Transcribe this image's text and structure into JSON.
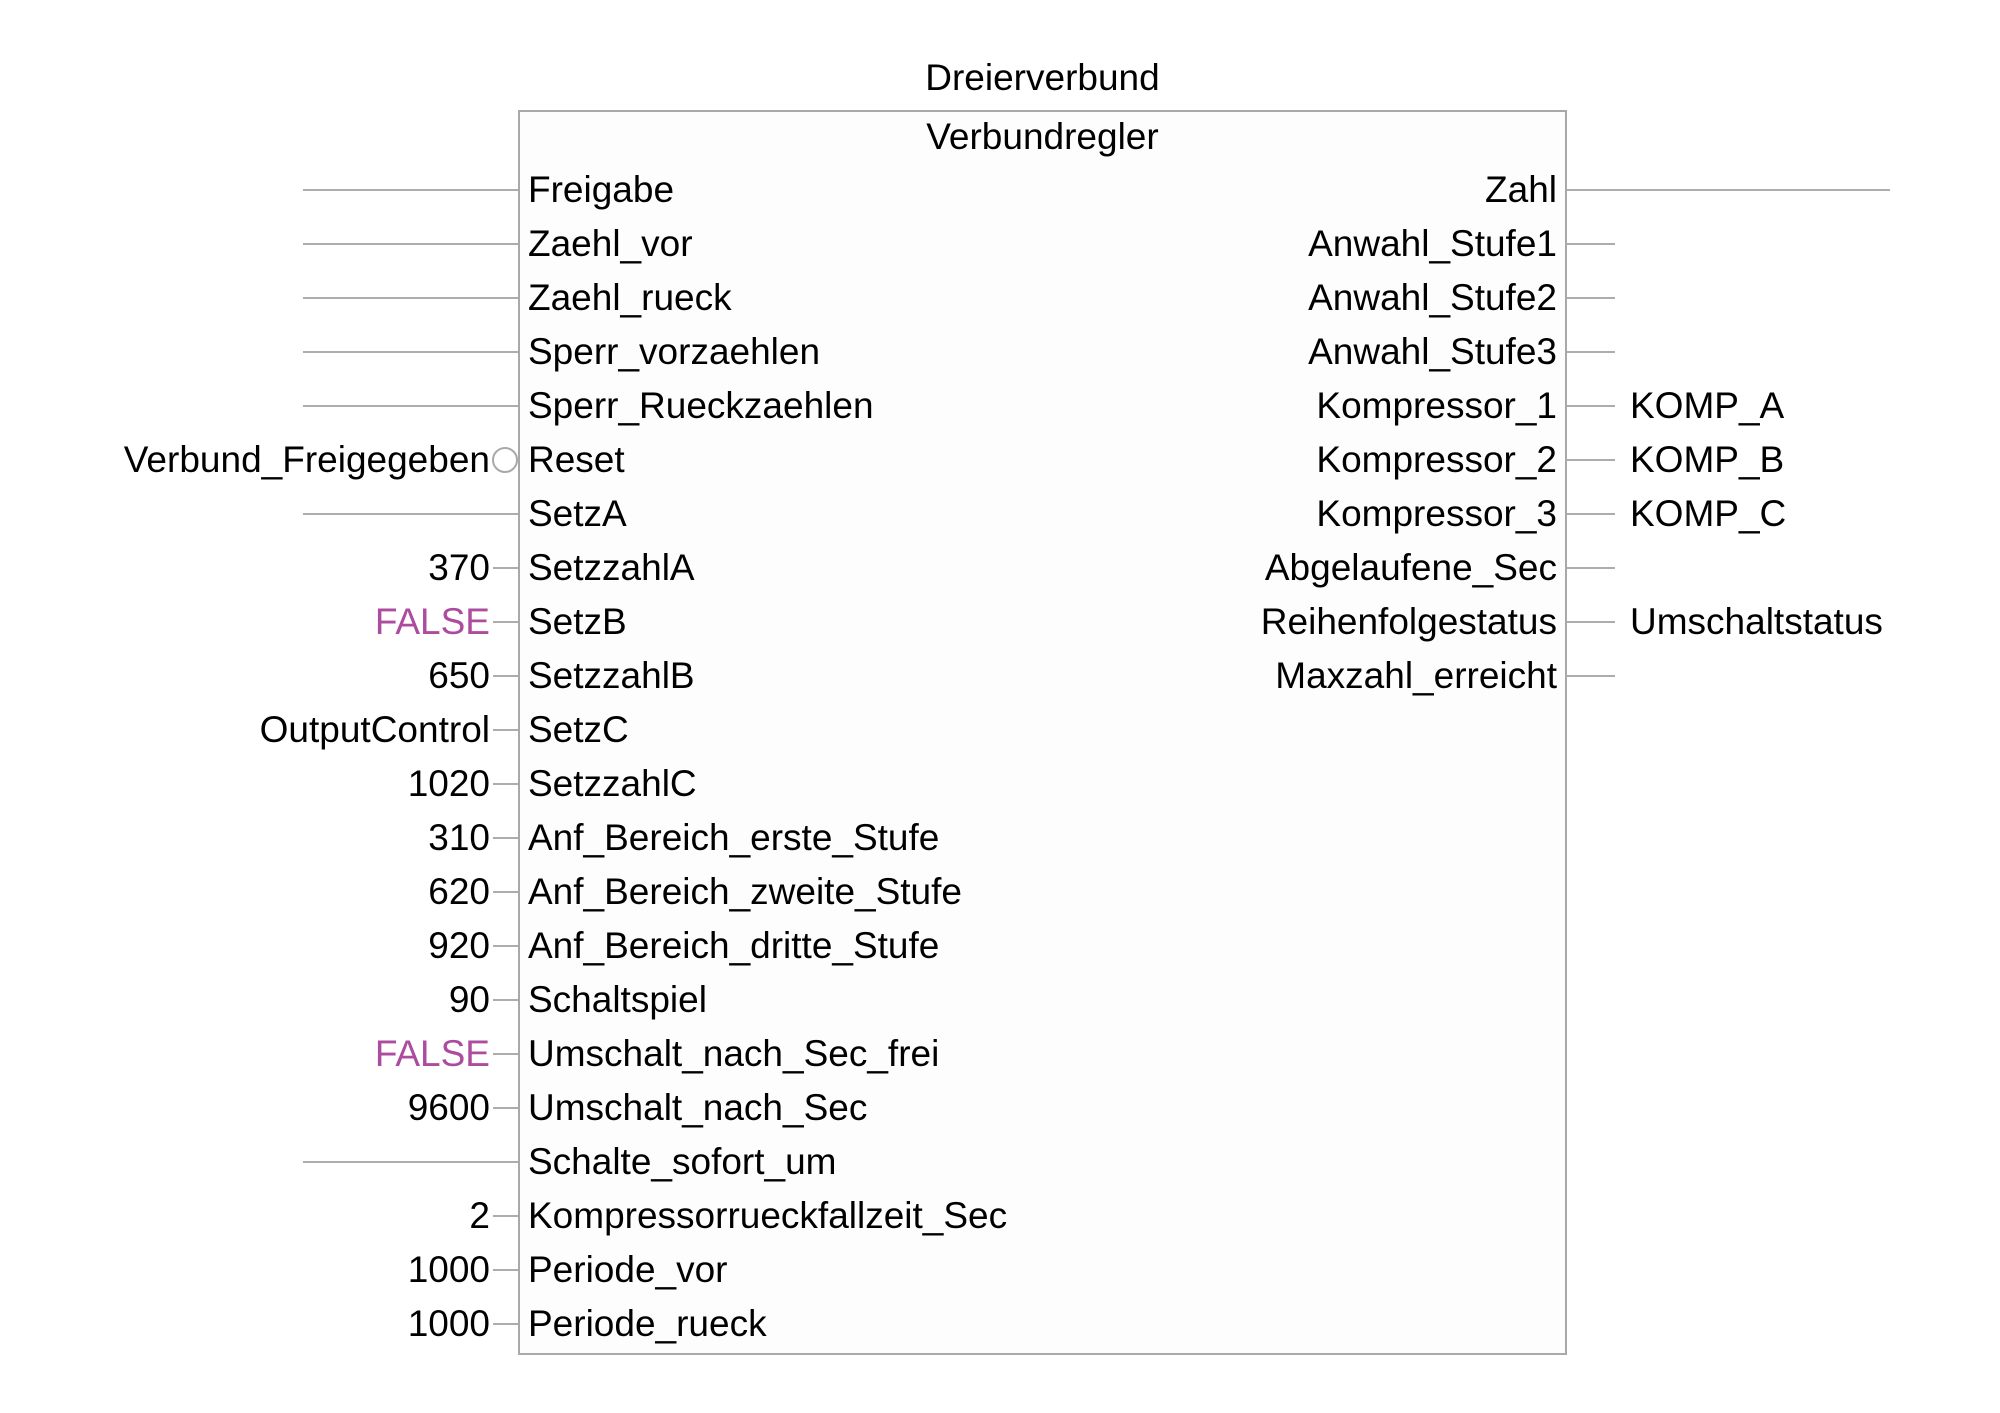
{
  "diagram": {
    "instance_name": "Dreierverbund",
    "block_type": "Verbundregler",
    "colors": {
      "false_literal": "#ad4b9e",
      "wire": "#adadad",
      "block_border": "#a9a9a9",
      "text": "#000000"
    },
    "inputs": [
      {
        "label": "Freigabe",
        "connection": "wire"
      },
      {
        "label": "Zaehl_vor",
        "connection": "wire"
      },
      {
        "label": "Zaehl_rueck",
        "connection": "wire"
      },
      {
        "label": "Sperr_vorzaehlen",
        "connection": "wire"
      },
      {
        "label": "Sperr_Rueckzaehlen",
        "connection": "wire"
      },
      {
        "label": "Reset",
        "connection": "negated-variable",
        "value": "Verbund_Freigegeben"
      },
      {
        "label": "SetzA",
        "connection": "wire"
      },
      {
        "label": "SetzzahlA",
        "connection": "literal",
        "value": "370"
      },
      {
        "label": "SetzB",
        "connection": "literal-false",
        "value": "FALSE"
      },
      {
        "label": "SetzzahlB",
        "connection": "literal",
        "value": "650"
      },
      {
        "label": "SetzC",
        "connection": "literal",
        "value": "OutputControl"
      },
      {
        "label": "SetzzahlC",
        "connection": "literal",
        "value": "1020"
      },
      {
        "label": "Anf_Bereich_erste_Stufe",
        "connection": "literal",
        "value": "310"
      },
      {
        "label": "Anf_Bereich_zweite_Stufe",
        "connection": "literal",
        "value": "620"
      },
      {
        "label": "Anf_Bereich_dritte_Stufe",
        "connection": "literal",
        "value": "920"
      },
      {
        "label": "Schaltspiel",
        "connection": "literal",
        "value": "90"
      },
      {
        "label": "Umschalt_nach_Sec_frei",
        "connection": "literal-false",
        "value": "FALSE"
      },
      {
        "label": "Umschalt_nach_Sec",
        "connection": "literal",
        "value": "9600"
      },
      {
        "label": "Schalte_sofort_um",
        "connection": "wire"
      },
      {
        "label": "Kompressorrueckfallzeit_Sec",
        "connection": "literal",
        "value": "2"
      },
      {
        "label": "Periode_vor",
        "connection": "literal",
        "value": "1000"
      },
      {
        "label": "Periode_rueck",
        "connection": "literal",
        "value": "1000"
      }
    ],
    "outputs": [
      {
        "label": "Zahl",
        "connection": "long-wire"
      },
      {
        "label": "Anwahl_Stufe1",
        "connection": "stub"
      },
      {
        "label": "Anwahl_Stufe2",
        "connection": "stub"
      },
      {
        "label": "Anwahl_Stufe3",
        "connection": "stub"
      },
      {
        "label": "Kompressor_1",
        "connection": "variable",
        "value": "KOMP_A"
      },
      {
        "label": "Kompressor_2",
        "connection": "variable",
        "value": "KOMP_B"
      },
      {
        "label": "Kompressor_3",
        "connection": "variable",
        "value": "KOMP_C"
      },
      {
        "label": "Abgelaufene_Sec",
        "connection": "stub"
      },
      {
        "label": "Reihenfolgestatus",
        "connection": "variable",
        "value": "Umschaltstatus"
      },
      {
        "label": "Maxzahl_erreicht",
        "connection": "stub"
      }
    ]
  }
}
